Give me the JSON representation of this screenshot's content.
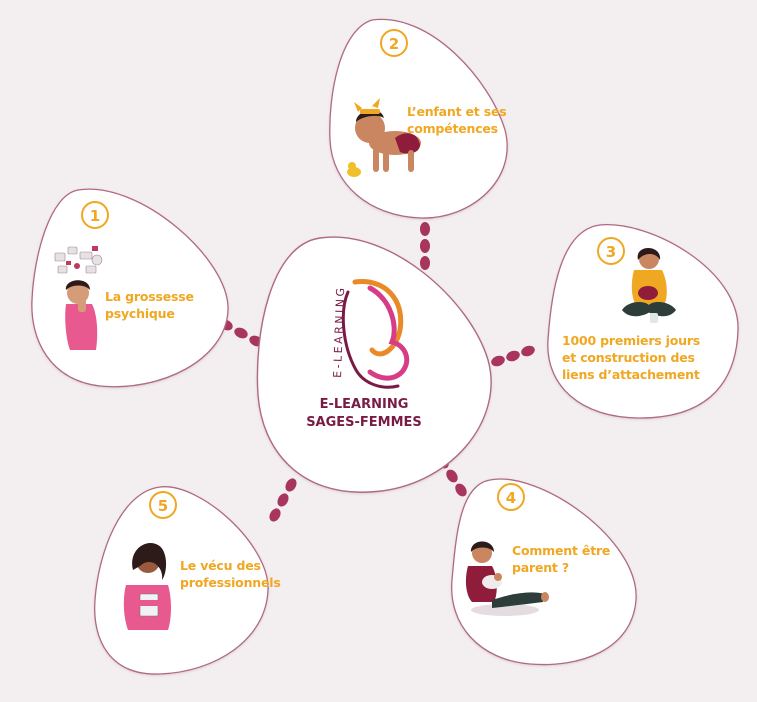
{
  "center": {
    "logo_text": "E-LEARNING",
    "title_line1": "E-LEARNING",
    "title_line2": "SAGES-FEMMES"
  },
  "nodes": [
    {
      "number": "1",
      "line1": "La grossesse",
      "line2": "psychique",
      "line3": ""
    },
    {
      "number": "2",
      "line1": "L’enfant et ses",
      "line2": "compétences",
      "line3": ""
    },
    {
      "number": "3",
      "line1": "1000 premiers jours",
      "line2": "et construction des",
      "line3": "liens d’attachement"
    },
    {
      "number": "4",
      "line1": "Comment être",
      "line2": "parent ?",
      "line3": ""
    },
    {
      "number": "5",
      "line1": "Le vécu des",
      "line2": "professionnels",
      "line3": ""
    }
  ],
  "colors": {
    "background": "#f3eff1",
    "outline": "#b06b80",
    "accent": "#f0a722",
    "brand": "#7a1b45",
    "dots": "#a8355e",
    "logo_orange": "#e98a27",
    "logo_pink": "#d63d86"
  }
}
